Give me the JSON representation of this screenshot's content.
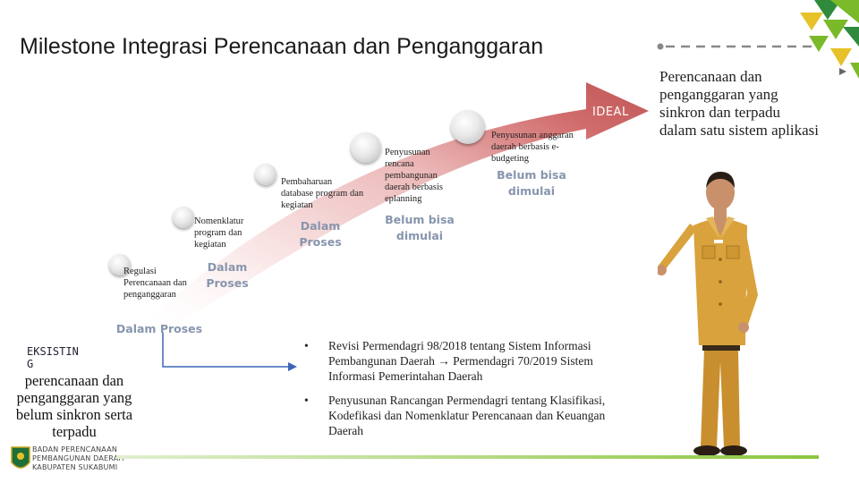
{
  "title": "Milestone Integrasi Perencanaan dan Penganggaran",
  "target_label": "IDEAL",
  "target_description": "Perencanaan dan penganggaran yang sinkron dan terpadu dalam satu sistem aplikasi",
  "existing": {
    "box_label": "EKSISTIN G",
    "description": "perencanaan dan penganggaran yang belum sinkron serta terpadu"
  },
  "milestones": [
    {
      "label": "Regulasi Perencanaan dan penganggaran",
      "status": "Dalam Proses"
    },
    {
      "label": "Nomenklatur program dan kegiatan",
      "status": "Dalam Proses"
    },
    {
      "label": "Pembaharuan database program dan kegiatan",
      "status": "Dalam Proses"
    },
    {
      "label": "Penyusunan rencana pembangunan daerah berbasis eplanning",
      "status": "Belum bisa dimulai"
    },
    {
      "label": "Penyusunan anggaran daerah berbasis e-budgeting",
      "status": "Belum bisa dimulai"
    }
  ],
  "bullets": [
    "Revisi Permendagri 98/2018 tentang Sistem Informasi Pembangunan Daerah → Permendagri 70/2019 Sistem Informasi Pemerintahan Daerah",
    "Penyusunan Rancangan Permendagri tentang Klasifikasi, Kodefikasi dan Nomenklatur Perencanaan dan Keuangan Daerah"
  ],
  "bullet_symbol": "•",
  "logo_text": [
    "BADAN PERENCANAAN",
    "PEMBANGUNAN DAERAH",
    "KABUPATEN SUKABUMI"
  ],
  "colors": {
    "arrow_light": "#fbeaea",
    "arrow_mid": "#e9a8a8",
    "arrow_dark": "#b84343",
    "status_text": "#8795ad",
    "accent_green": "#7ab929",
    "accent_yellow": "#e7c12a",
    "footer_bar": "#8cc63f"
  }
}
